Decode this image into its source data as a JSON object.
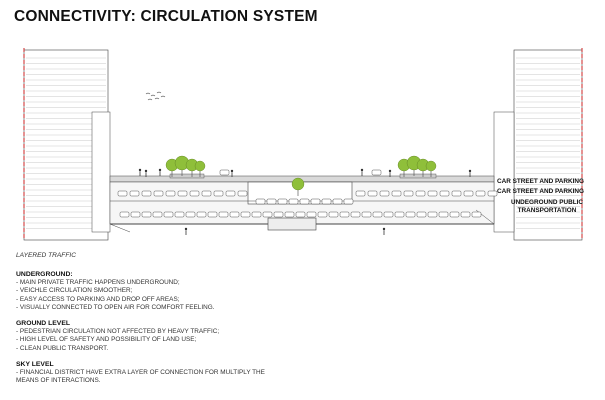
{
  "title": "CONNECTIVITY: CIRCULATION SYSTEM",
  "diagram": {
    "labels": [
      "CAR STREET AND PARKING",
      "CAR STREET AND PARKING",
      "UNDEGROUND PUBLIC TRANSPORTATION"
    ],
    "colors": {
      "tree": "#8fbf3a",
      "building_edge": "#d23a3a",
      "ground": "#d9d9d9",
      "line": "#444444"
    }
  },
  "caption": "LAYERED TRAFFIC",
  "sections": [
    {
      "heading": "UNDERGROUND:",
      "items": [
        "- MAIN PRIVATE TRAFFIC HAPPENS UNDERGROUND;",
        "- VEICHLE CIRCULATION SMOOTHER;",
        "- EASY ACCESS TO PARKING AND DROP OFF AREAS;",
        "- VISUALLY CONNECTED TO OPEN AIR FOR COMFORT FEELING."
      ]
    },
    {
      "heading": "GROUND LEVEL",
      "items": [
        "- PEDESTRIAN CIRCULATION NOT AFFECTED BY HEAVY TRAFFIC;",
        "- HIGH LEVEL OF SAFETY AND POSSIBILITY OF LAND USE;",
        "- CLEAN PUBLIC TRANSPORT."
      ]
    },
    {
      "heading": "SKY LEVEL",
      "items": [
        "- FINANCIAL DISTRICT HAVE EXTRA LAYER OF CONNECTION FOR MULTIPLY THE",
        "MEANS OF INTERACTIONS."
      ]
    }
  ]
}
